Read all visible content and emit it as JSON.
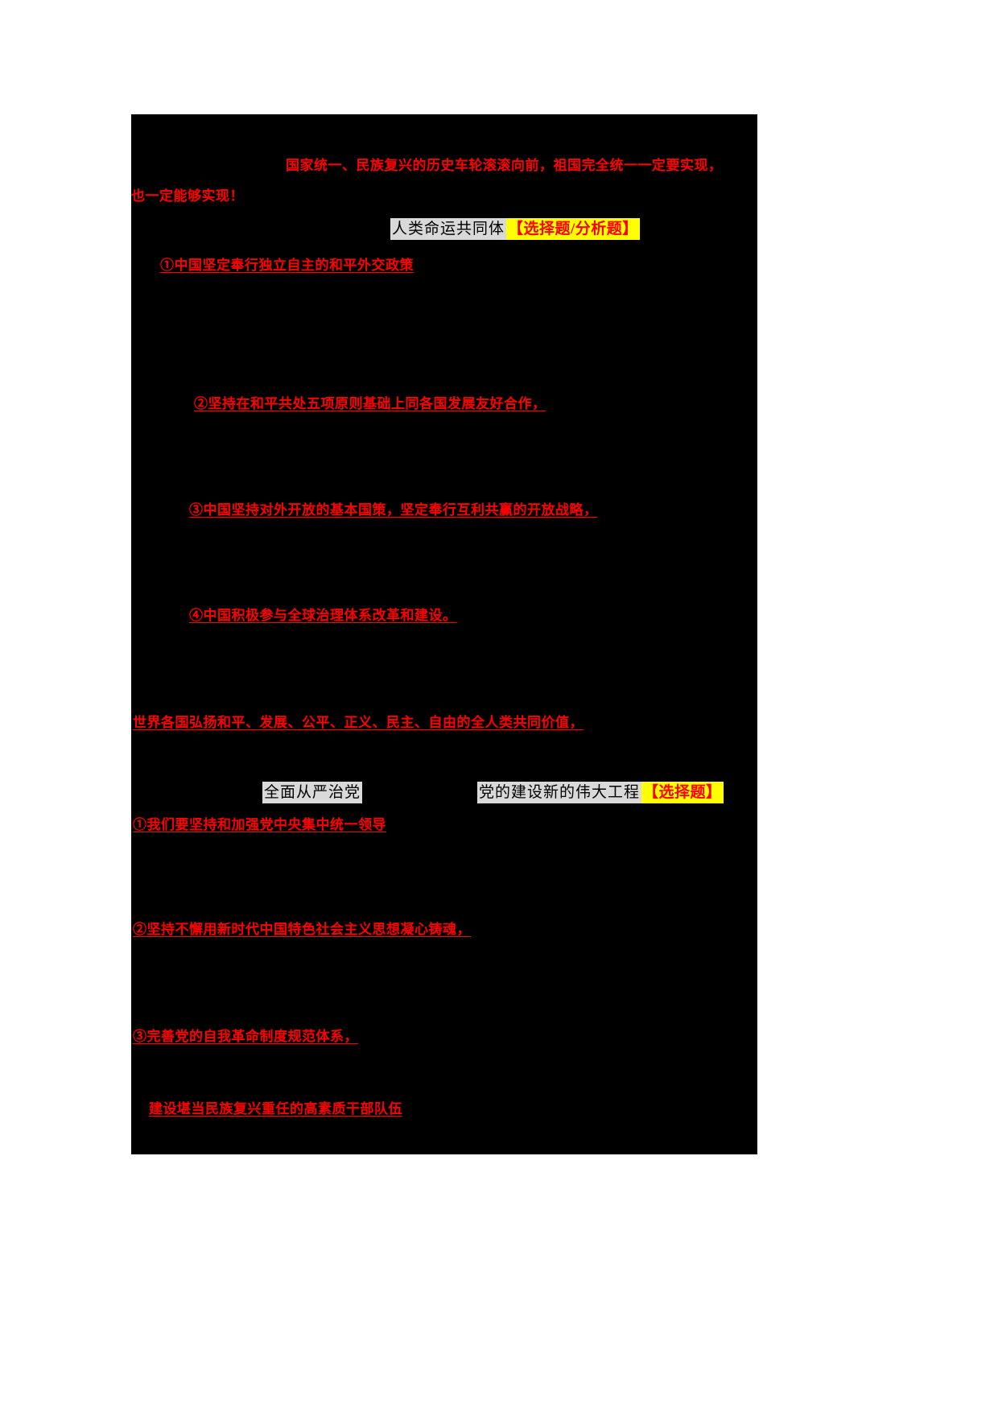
{
  "page": {
    "background": "#ffffff",
    "content_background": "#000000",
    "annotation_color": "#ff0000",
    "heading_highlight": "#d9d9d9",
    "tag_highlight": "#ffff00"
  },
  "intro": {
    "line1": "国家统一、民族复兴的历史车轮滚滚向前，祖国完全统一一定要实现，",
    "line2": "也一定能够实现！"
  },
  "sections": [
    {
      "id": "community-of-shared-future",
      "heading": "人类命运共同体",
      "tag": "【选择题/分析题】",
      "items": [
        "①中国坚定奉行独立自主的和平外交政策",
        "②坚持在和平共处五项原则基础上同各国发展友好合作，",
        "③中国坚持对外开放的基本国策，坚定奉行互利共赢的开放战略，",
        "④中国积极参与全球治理体系改革和建设。"
      ],
      "closing": "世界各国弘扬和平、发展、公平、正义、民主、自由的全人类共同价值，"
    },
    {
      "id": "strict-party-governance",
      "heading_left": "全面从严治党",
      "heading_right": "党的建设新的伟大工程",
      "tag": "【选择题】",
      "items": [
        "①我们要坚持和加强党中央集中统一领导",
        "②坚持不懈用新时代中国特色社会主义思想凝心铸魂，",
        "③完善党的自我革命制度规范体系，",
        "建设堪当民族复兴重任的高素质干部队伍"
      ]
    }
  ]
}
